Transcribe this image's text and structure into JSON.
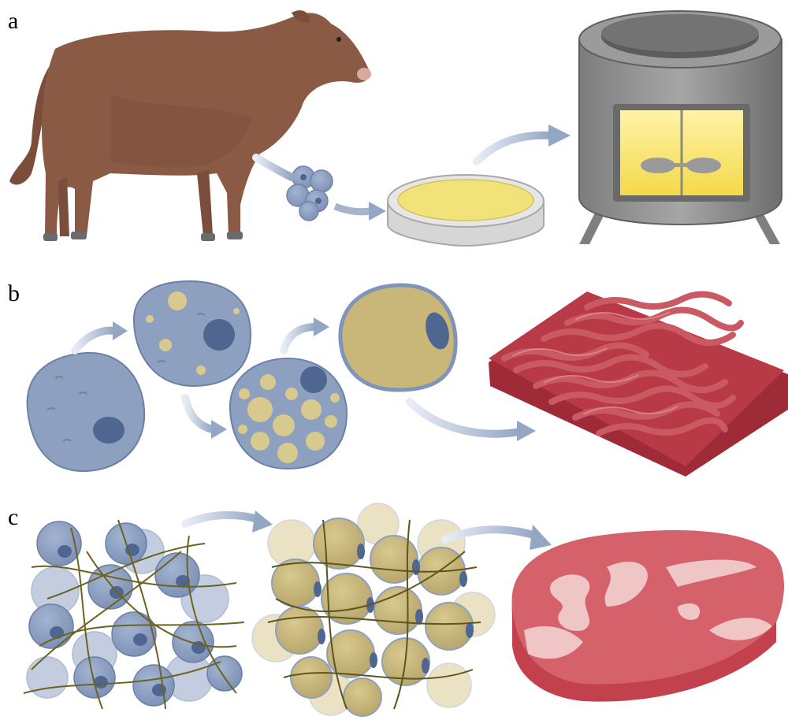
{
  "panels": [
    {
      "label": "a"
    },
    {
      "label": "b"
    },
    {
      "label": "c"
    }
  ],
  "colors": {
    "cow": "#8a5a44",
    "cell_blue": "#8ea0c0",
    "fat_yellow": "#c9b77a",
    "media_yellow": "#f2e27a",
    "arrow": "#a9b6cc",
    "meat_red": "#b73a46",
    "steak": "#d5626b"
  }
}
